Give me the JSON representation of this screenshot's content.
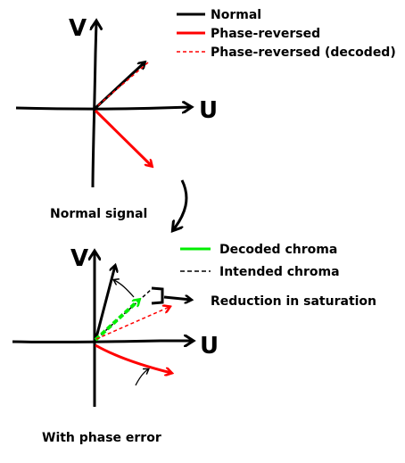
{
  "legend_top": {
    "items": [
      {
        "label": "Normal",
        "color": "#000000",
        "style": "solid"
      },
      {
        "label": "Phase-reversed",
        "color": "#ff0000",
        "style": "solid"
      },
      {
        "label": "Phase-reversed (decoded)",
        "color": "#ff0000",
        "style": "dashed"
      }
    ]
  },
  "legend_bottom": {
    "items": [
      {
        "label": "Decoded chroma",
        "color": "#00ee00",
        "style": "solid"
      },
      {
        "label": "Intended chroma",
        "color": "#000000",
        "style": "dashed"
      }
    ]
  },
  "top_plot": {
    "axis_v_label": "V",
    "axis_u_label": "U",
    "caption": "Normal signal"
  },
  "bottom_plot": {
    "axis_v_label": "V",
    "axis_u_label": "U",
    "caption": "With phase error",
    "annotation": "Reduction in saturation"
  },
  "colors": {
    "normal": "#000000",
    "reversed": "#ff0000",
    "decoded_chroma": "#00ee00"
  }
}
